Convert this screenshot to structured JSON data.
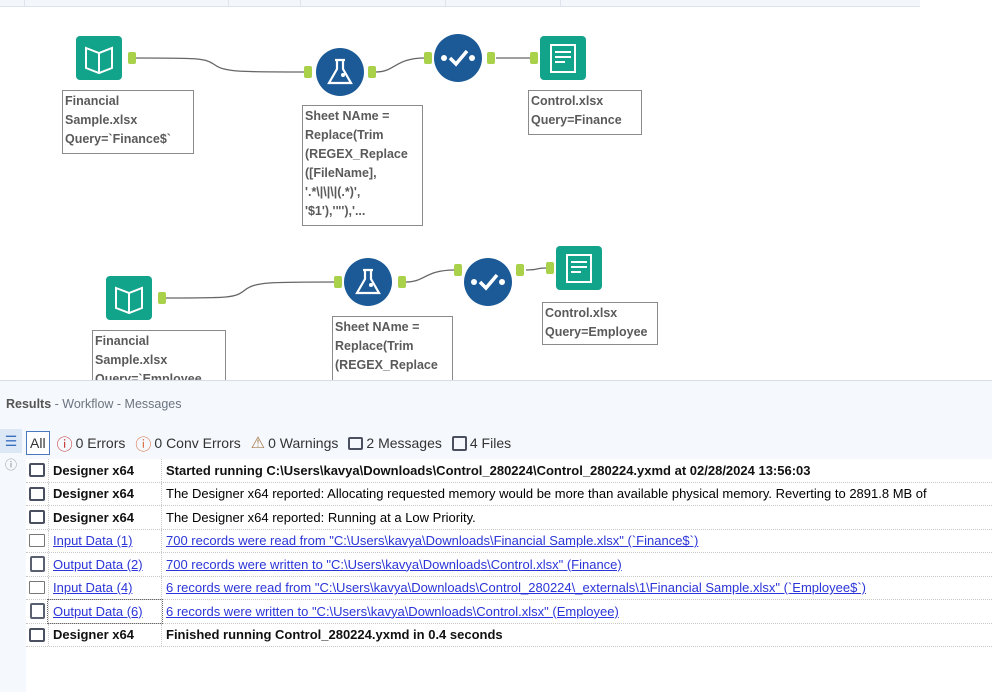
{
  "workflow1": {
    "input_label": "Financial\nSample.xlsx\nQuery=`Finance$`",
    "formula_label": "Sheet NAme =\nReplace(Trim\n(REGEX_Replace\n([FileName],\n'.*\\|\\|\\|(.*)',\n'$1'),'\"'),'...",
    "output_label": "Control.xlsx\nQuery=Finance"
  },
  "workflow2": {
    "input_label": "Financial\nSample.xlsx\nQuery=`Employee",
    "formula_label": "Sheet NAme =\nReplace(Trim\n(REGEX_Replace",
    "output_label": "Control.xlsx\nQuery=Employee"
  },
  "results": {
    "title": "Results",
    "breadcrumb": " - Workflow - Messages",
    "filters": [
      {
        "label": "All",
        "icon": "list-icon"
      },
      {
        "label": "0 Errors",
        "icon": "error-icon"
      },
      {
        "label": "0 Conv Errors",
        "icon": "conv-error-icon"
      },
      {
        "label": "0 Warnings",
        "icon": "warning-icon"
      },
      {
        "label": "2 Messages",
        "icon": "message-icon"
      },
      {
        "label": "4 Files",
        "icon": "file-icon"
      }
    ],
    "rows": [
      {
        "icon": "message-icon",
        "source": "Designer x64",
        "message": "Started running C:\\Users\\kavya\\Downloads\\Control_280224\\Control_280224.yxmd at 02/28/2024 13:56:03",
        "style": "bold"
      },
      {
        "icon": "message-icon",
        "source": "Designer x64",
        "message": "The Designer x64 reported: Allocating requested memory would be more than available physical memory. Reverting to 2891.8 MB of",
        "style": "normal"
      },
      {
        "icon": "message-icon",
        "source": "Designer x64",
        "message": "The Designer x64 reported: Running at a Low Priority.",
        "style": "normal"
      },
      {
        "icon": "folder-icon",
        "source": "Input Data (1)",
        "message": "700 records were read from \"C:\\Users\\kavya\\Downloads\\Financial Sample.xlsx\" (`Finance$`)",
        "style": "link"
      },
      {
        "icon": "save-icon",
        "source": "Output Data (2)",
        "message": "700 records were written to \"C:\\Users\\kavya\\Downloads\\Control.xlsx\" (Finance)",
        "style": "link"
      },
      {
        "icon": "folder-icon",
        "source": "Input Data (4)",
        "message": "6 records were read from \"C:\\Users\\kavya\\Downloads\\Control_280224\\_externals\\1\\Financial Sample.xlsx\" (`Employee$`)",
        "style": "link"
      },
      {
        "icon": "save-icon",
        "source": "Output Data (6)",
        "message": "6 records were written to \"C:\\Users\\kavya\\Downloads\\Control.xlsx\" (Employee)",
        "style": "link"
      },
      {
        "icon": "message-icon",
        "source": "Designer x64",
        "message": "Finished running Control_280224.yxmd in 0.4 seconds",
        "style": "bold"
      }
    ]
  },
  "colors": {
    "input_tool": "#12a38b",
    "formula_tool": "#1b5a97",
    "anchor": "#a9d14a",
    "link": "#2b35d8"
  }
}
